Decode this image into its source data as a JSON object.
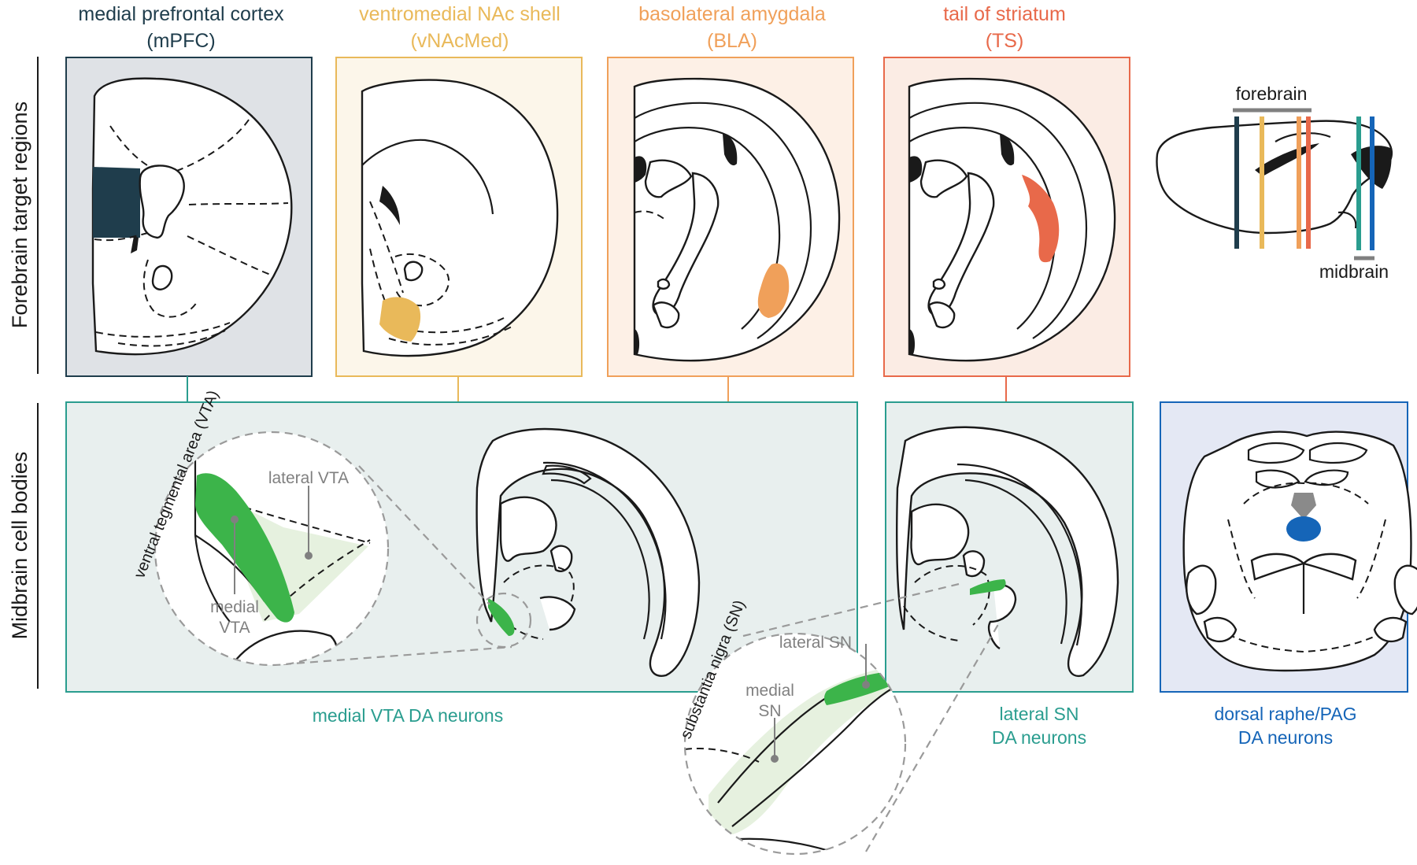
{
  "colors": {
    "mpfc": "#1f3d4c",
    "vnacmed": "#e9b95a",
    "bla": "#f0a05a",
    "ts": "#e8694a",
    "vta_green": "#3cb44a",
    "vta_light": "#e6f1df",
    "midbrain_teal": "#2a9d8f",
    "raphe_blue": "#1565b8",
    "raphe_gray": "#8a8a8a",
    "box_mpfc": "#dfe2e6",
    "box_vnacmed": "#fcf6ea",
    "box_bla": "#fdf0e6",
    "box_ts": "#fbece4",
    "box_mid": "#e8efee",
    "box_dr": "#e4e8f4"
  },
  "side_labels": {
    "forebrain": "Forebrain target regions",
    "midbrain": "Midbrain cell bodies"
  },
  "targets": [
    {
      "name": "medial prefrontal cortex",
      "abbr": "(mPFC)"
    },
    {
      "name": "ventromedial NAc shell",
      "abbr": "(vNAcMed)"
    },
    {
      "name": "basolateral amygdala",
      "abbr": "(BLA)"
    },
    {
      "name": "tail of striatum",
      "abbr": "(TS)"
    }
  ],
  "sagittal": {
    "forebrain": "forebrain",
    "midbrain": "midbrain"
  },
  "midbrain": {
    "vta_caption": "medial VTA DA neurons",
    "sn_caption_l1": "lateral SN",
    "sn_caption_l2": "DA neurons",
    "dr_caption_l1": "dorsal raphe/PAG",
    "dr_caption_l2": "DA neurons",
    "vta_curve": "ventral tegmental area (VTA)",
    "lateral_vta": "lateral VTA",
    "medial_vta_l1": "medial",
    "medial_vta_l2": "VTA",
    "sn_curve": "substantia nigra (SN)",
    "lateral_sn": "lateral SN",
    "medial_sn_l1": "medial",
    "medial_sn_l2": "SN"
  }
}
